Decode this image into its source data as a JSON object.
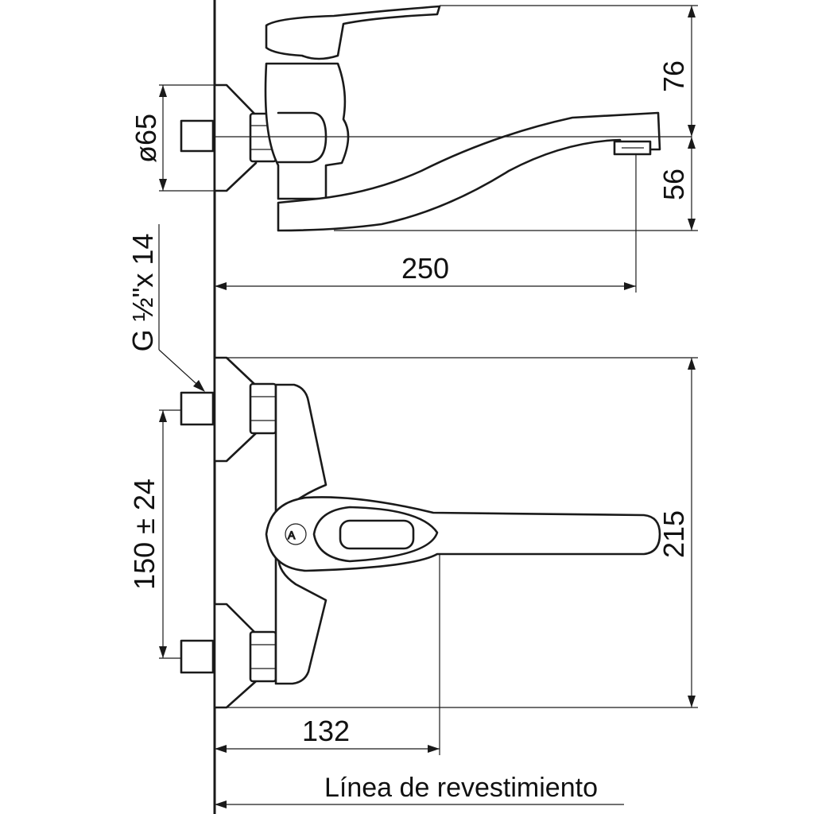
{
  "dimensions": {
    "flange_diameter": "ø65",
    "lever_height": "76",
    "spout_drop": "56",
    "spout_reach": "250",
    "connection_thread": "G ½\"x 14",
    "inlet_spacing": "150 ± 24",
    "overall_height": "215",
    "lever_projection": "132"
  },
  "caption": "Línea de revestimiento",
  "colors": {
    "line": "#1a1a1a",
    "background": "#ffffff"
  }
}
